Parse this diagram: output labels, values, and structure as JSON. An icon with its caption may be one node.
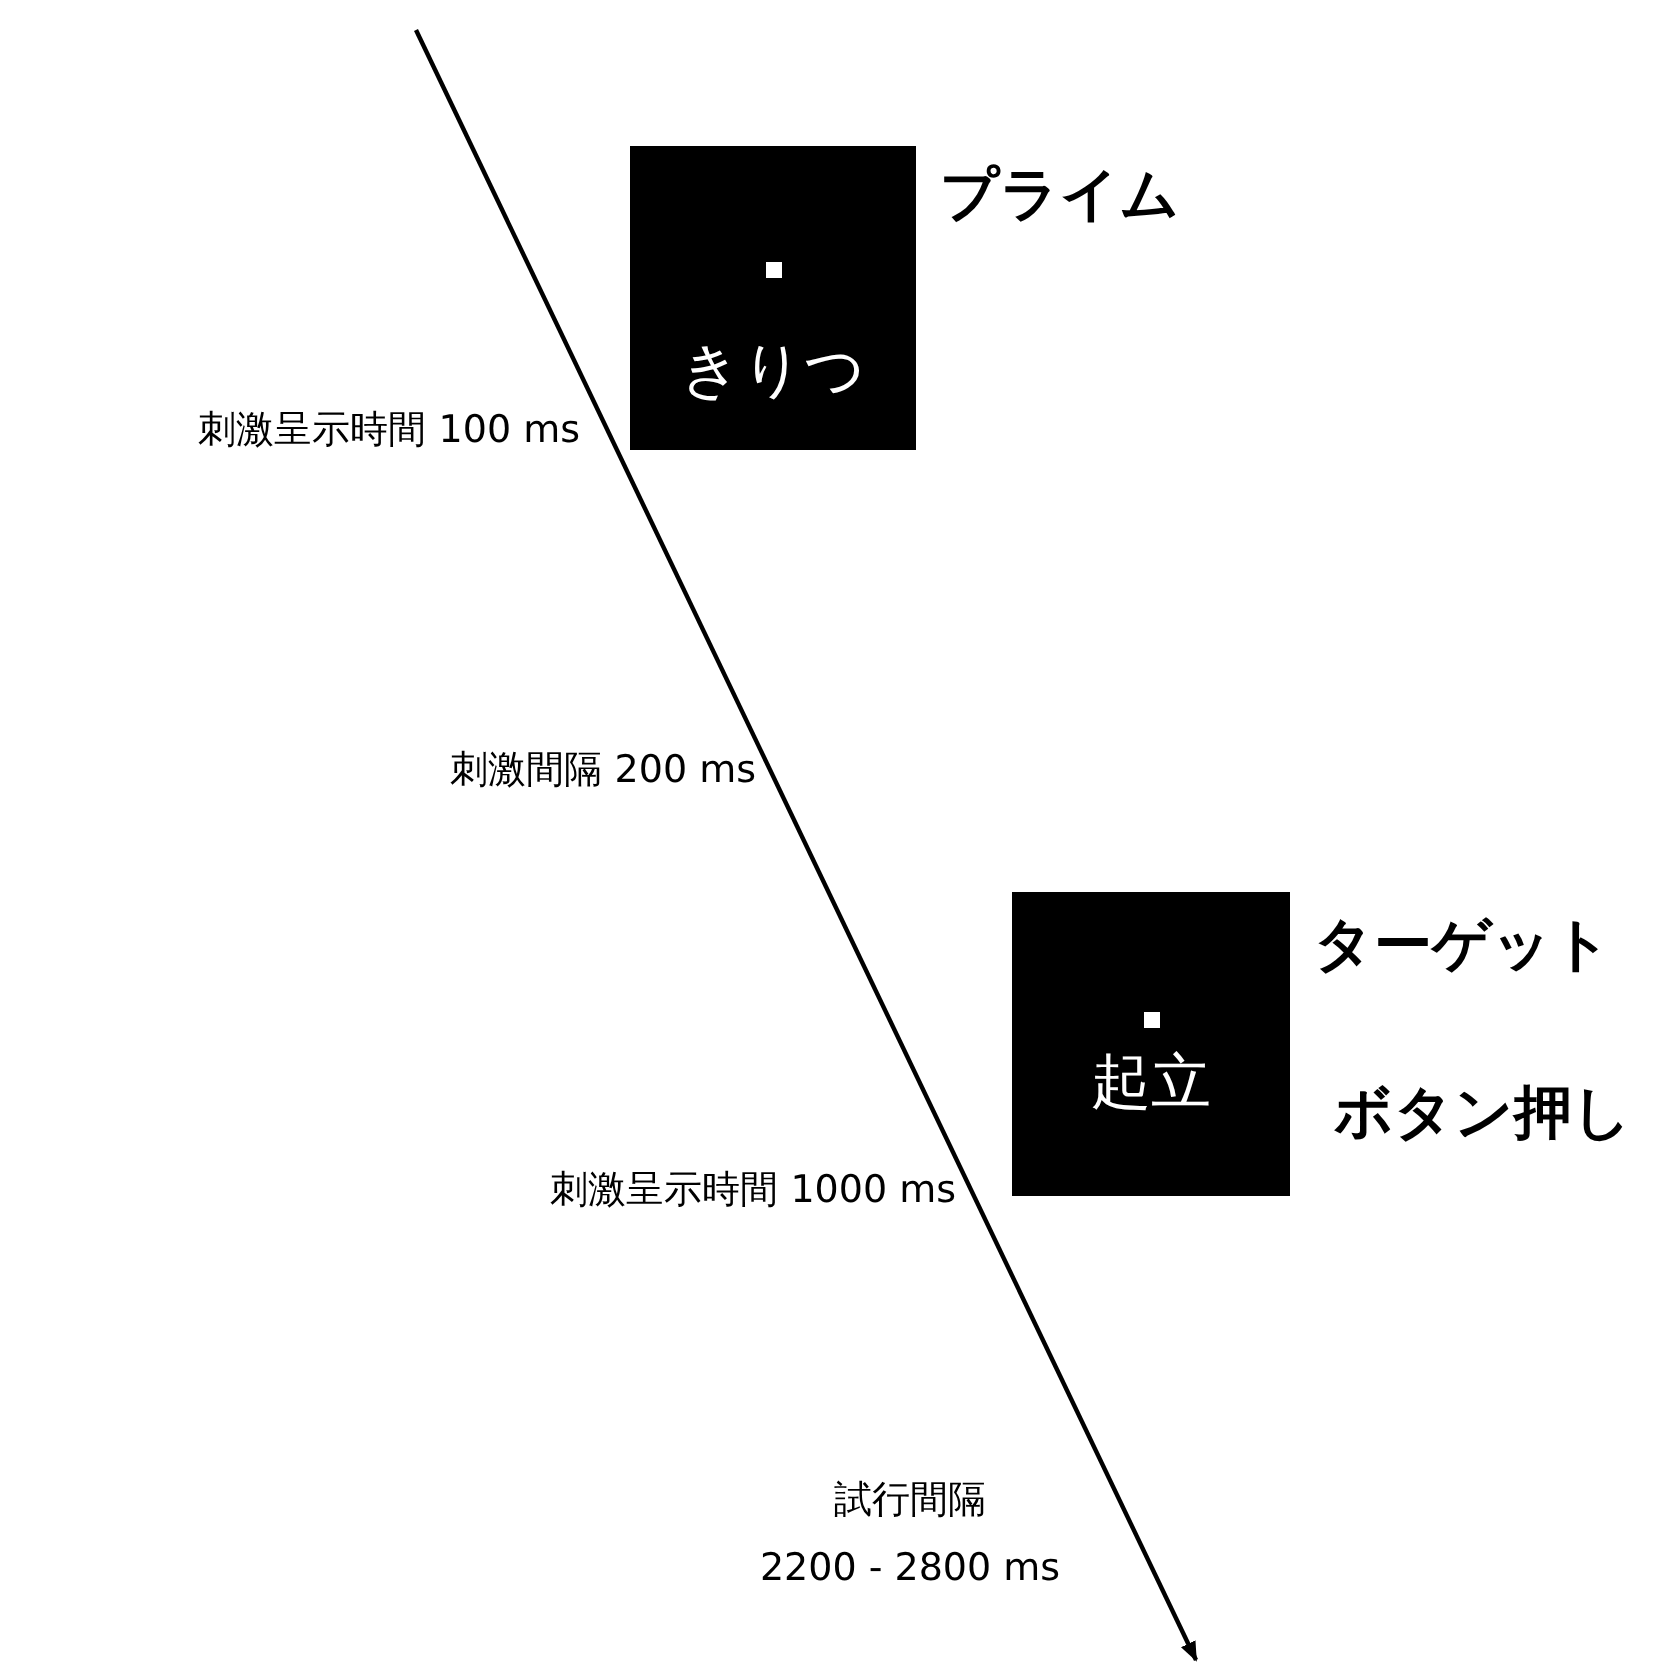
{
  "diagram": {
    "nodes": [
      {
        "text": [
          "きりつ"
        ],
        "beside": [
          "プライム"
        ]
      },
      {
        "text": [
          "起立"
        ],
        "beside": [
          "ターゲット",
          "ボタン押し"
        ]
      }
    ],
    "edges": [],
    "labels": [
      "刺激呈示時間 100 ms",
      "刺激間隔 200 ms",
      "刺激呈示時間 1000 ms",
      "試行間隔 2200 - 2800 ms"
    ]
  }
}
